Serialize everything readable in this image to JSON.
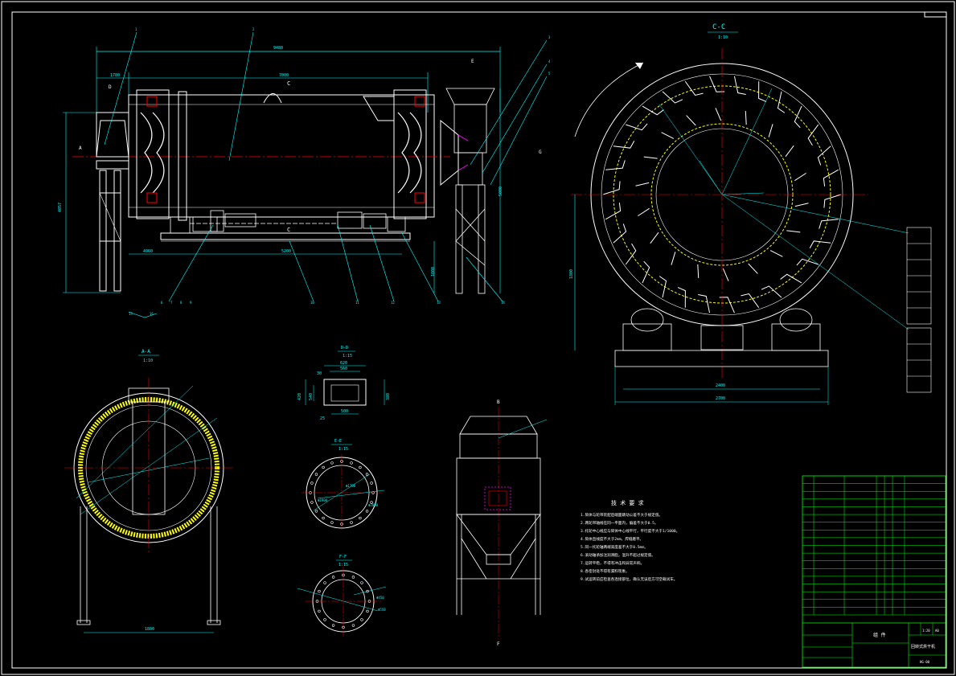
{
  "colors": {
    "background": "#000000",
    "frame": "#ffffff",
    "geometry": "#ffffff",
    "dimension": "#00ffff",
    "centerline": "#ff0000",
    "hidden": "#ff00ff",
    "lining": "#ffff00",
    "title_block": "#00ff00"
  },
  "main_view": {
    "section_label": "C",
    "arrow_labels": [
      "A",
      "D",
      "E",
      "G"
    ],
    "dims": {
      "overall_length": "9480",
      "drum_length": "7000",
      "left_offset": "1780",
      "frame_length": "4960",
      "lower_length": "5200",
      "left_height": "4057",
      "right_height": "5000",
      "stand_height": "1000"
    },
    "callouts": [
      "1",
      "2",
      "3",
      "4",
      "5",
      "6",
      "7",
      "8",
      "9",
      "10",
      "11",
      "12",
      "13",
      "14",
      "15",
      "16"
    ]
  },
  "section_cc": {
    "title": "C-C",
    "scale": "1:10",
    "dims": {
      "base_inner": "2400",
      "base_outer": "2700",
      "height": "1800"
    }
  },
  "section_aa": {
    "title": "A-A",
    "scale": "1:10",
    "dims": {
      "width": "1800"
    }
  },
  "detail_top": {
    "title": "D-D",
    "scale": "1:15",
    "dims": {
      "outer": "620",
      "inner": "560",
      "left": "30",
      "bottom": "500",
      "side_l1": "420",
      "side_l2": "540",
      "side_r": "380",
      "small": "25"
    }
  },
  "detail_e": {
    "title": "E-E",
    "scale": "1:15",
    "dims": {
      "d1": "Φ1700",
      "d2": "Φ1900",
      "d3": "Φ2000"
    }
  },
  "detail_f": {
    "title": "F-F",
    "scale": "1:15",
    "dims": {
      "d1": "Φ450",
      "d2": "Φ550"
    }
  },
  "hopper_view": {
    "labels": [
      "B",
      "F"
    ]
  },
  "tech_req": {
    "title": "技 术 要 求",
    "items": [
      "1.筒体与轮带装配后端面跳动公差不大于规定值。",
      "2.两轮带轴线在同一平面内，偏差不大于0.5。",
      "3.托轮中心线应与筒体中心线平行，平行度不大于1/1000。",
      "4.筒体直线度不大于2mm，焊缝磨平。",
      "5.同一托轮轴两端高度差不大于0.5mm。",
      "6.滚动轴承加注润滑脂，温升不超过规定值。",
      "7.运转平稳，不得有冲击和异常声响。",
      "8.各密封处不得有漏料现象。",
      "9.试运转前应检查各连接部位，确认无误后方可空载试车。"
    ]
  },
  "title_block": {
    "drawing_title": "回转式烘干机",
    "material": "组 件",
    "scale": "1:20",
    "sheet": "A0",
    "code": "HG-00",
    "rows": 18
  }
}
